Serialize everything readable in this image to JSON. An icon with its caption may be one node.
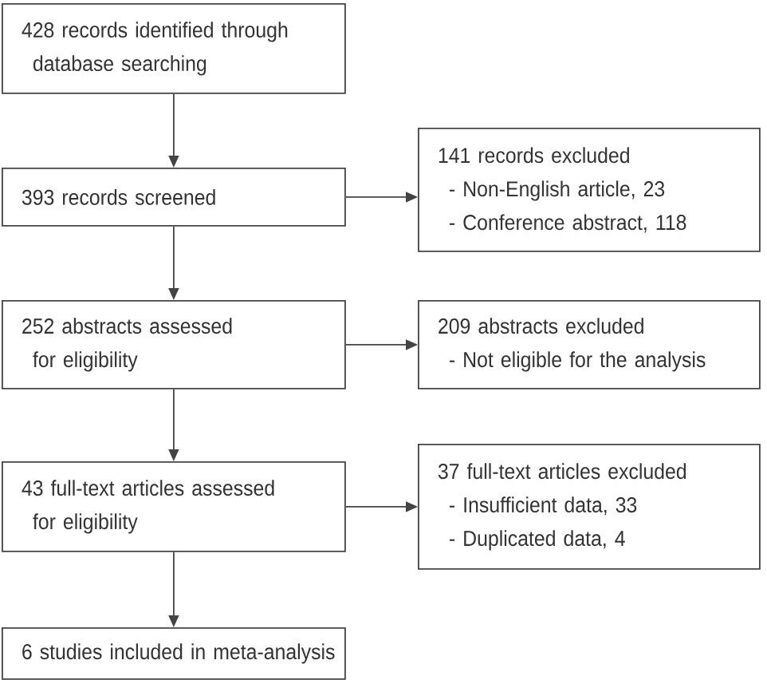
{
  "diagram": {
    "nodes": [
      {
        "text": [
          "428 records identified through database searching"
        ]
      },
      {
        "text": [
          "393 records screened"
        ]
      },
      {
        "text": [
          "141 records excluded",
          "- Non-English article, 23",
          "- Conference abstract, 118"
        ]
      },
      {
        "text": [
          "252 abstracts assessed for eligibility"
        ]
      },
      {
        "text": [
          "209 abstracts excluded",
          "- Not eligible for the analysis"
        ]
      },
      {
        "text": [
          "43 full-text articles assessed for eligibility"
        ]
      },
      {
        "text": [
          "37 full-text articles excluded",
          "- Insufficient data, 33",
          "- Duplicated data, 4"
        ]
      },
      {
        "text": [
          "6 studies included in meta-analysis"
        ]
      }
    ],
    "edges": [
      {
        "from": 0,
        "to": 1,
        "arrow": "to"
      },
      {
        "from": 1,
        "to": 2,
        "arrow": "to"
      },
      {
        "from": 1,
        "to": 3,
        "arrow": "to"
      },
      {
        "from": 3,
        "to": 4,
        "arrow": "to"
      },
      {
        "from": 3,
        "to": 5,
        "arrow": "to"
      },
      {
        "from": 5,
        "to": 6,
        "arrow": "to"
      },
      {
        "from": 5,
        "to": 7,
        "arrow": "to"
      }
    ]
  }
}
